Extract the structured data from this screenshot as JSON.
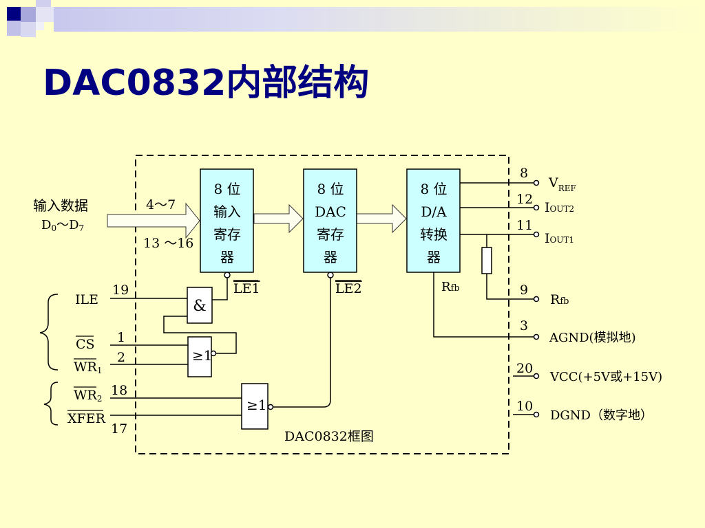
{
  "slide": {
    "title": "DAC0832内部结构"
  },
  "diagram": {
    "caption": "DAC0832框图",
    "input_label_line1": "输入数据",
    "input_label_line2_main": "D",
    "input_label_line2_sub0": "0",
    "input_label_line2_tilde": "～D",
    "input_label_line2_sub7": "7",
    "pins_input_upper": "4～7",
    "pins_input_lower": "13 ～16",
    "block1": [
      "8 位",
      "输入",
      "寄存",
      "器"
    ],
    "block2": [
      "8 位",
      "DAC",
      "寄存",
      "器"
    ],
    "block3": [
      "8 位",
      "D/A",
      "转换",
      "器"
    ],
    "le1": "LE1",
    "le2": "LE2",
    "rfb_inner_main": "R",
    "rfb_inner_sub": "fb",
    "and_gate": "&",
    "or_gate1": "≥1",
    "or_gate2": "≥1",
    "left_pins": {
      "ile": {
        "label": "ILE",
        "pin": "19"
      },
      "cs": {
        "label": "CS",
        "pin": "1"
      },
      "wr1": {
        "label_main": "WR",
        "label_sub": "1",
        "pin": "2"
      },
      "wr2": {
        "label_main": "WR",
        "label_sub": "2",
        "pin": "18"
      },
      "xfer": {
        "label": "XFER",
        "pin": "17"
      }
    },
    "right_pins": {
      "vref": {
        "pin": "8",
        "main": "V",
        "sub": "REF"
      },
      "iout2": {
        "pin": "12",
        "main": "I",
        "sub": "OUT2"
      },
      "iout1": {
        "pin": "11",
        "main": "I",
        "sub": "OUT1"
      },
      "rfb": {
        "pin": "9",
        "main": "R",
        "sub": "fb"
      },
      "agnd": {
        "pin": "3",
        "label": "AGND(模拟地)"
      },
      "vcc": {
        "pin": "20",
        "label": "VCC(+5V或+15V)"
      },
      "dgnd": {
        "pin": "10",
        "label": "DGND（数字地）"
      }
    },
    "colors": {
      "block_fill": "#ccffff",
      "background": "#ffffcc",
      "title": "#000080",
      "bullet_dark": "#000080",
      "bullet_light": "#b0b0e0"
    }
  }
}
